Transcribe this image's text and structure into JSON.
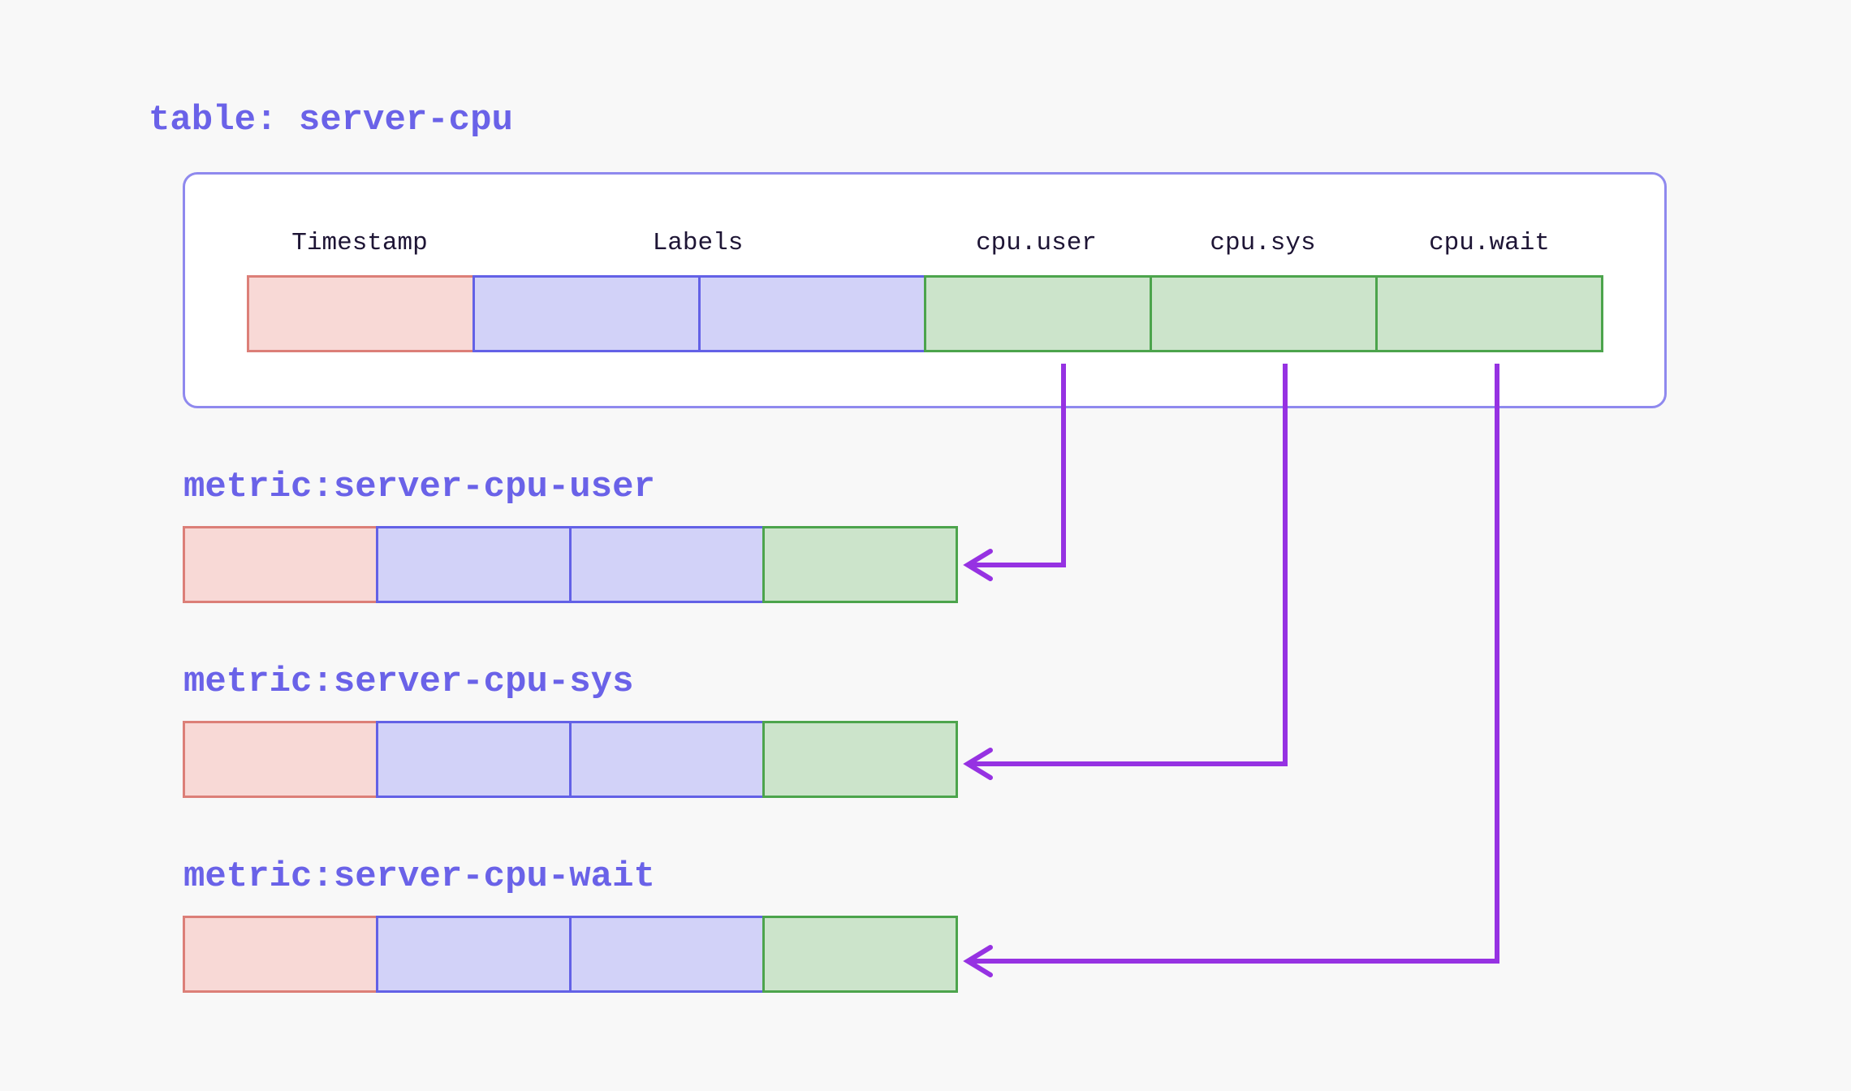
{
  "title": "table: server-cpu",
  "table": {
    "headers": [
      "Timestamp",
      "Labels",
      "cpu.user",
      "cpu.sys",
      "cpu.wait"
    ],
    "row_cells": [
      {
        "type": "timestamp"
      },
      {
        "type": "labels"
      },
      {
        "type": "labels"
      },
      {
        "type": "field",
        "field": "cpu.user"
      },
      {
        "type": "field",
        "field": "cpu.sys"
      },
      {
        "type": "field",
        "field": "cpu.wait"
      }
    ]
  },
  "metrics": [
    {
      "title": "metric:server-cpu-user",
      "source_column": "cpu.user"
    },
    {
      "title": "metric:server-cpu-sys",
      "source_column": "cpu.sys"
    },
    {
      "title": "metric:server-cpu-wait",
      "source_column": "cpu.wait"
    }
  ],
  "arrows": [
    {
      "from": "cpu.user",
      "to": "metric:server-cpu-user"
    },
    {
      "from": "cpu.sys",
      "to": "metric:server-cpu-sys"
    },
    {
      "from": "cpu.wait",
      "to": "metric:server-cpu-wait"
    }
  ],
  "colors": {
    "background": "#f8f8f8",
    "accent_text": "#6a62e8",
    "arrow": "#9632e2",
    "table_outline": "#8f89ee",
    "header_text": "#1e1535",
    "timestamp_fill": "#f8d9d6",
    "timestamp_border": "#dc7f78",
    "labels_fill": "#d2d2f8",
    "labels_border": "#6361e6",
    "field_fill": "#cce4cb",
    "field_border": "#4ca44c"
  }
}
